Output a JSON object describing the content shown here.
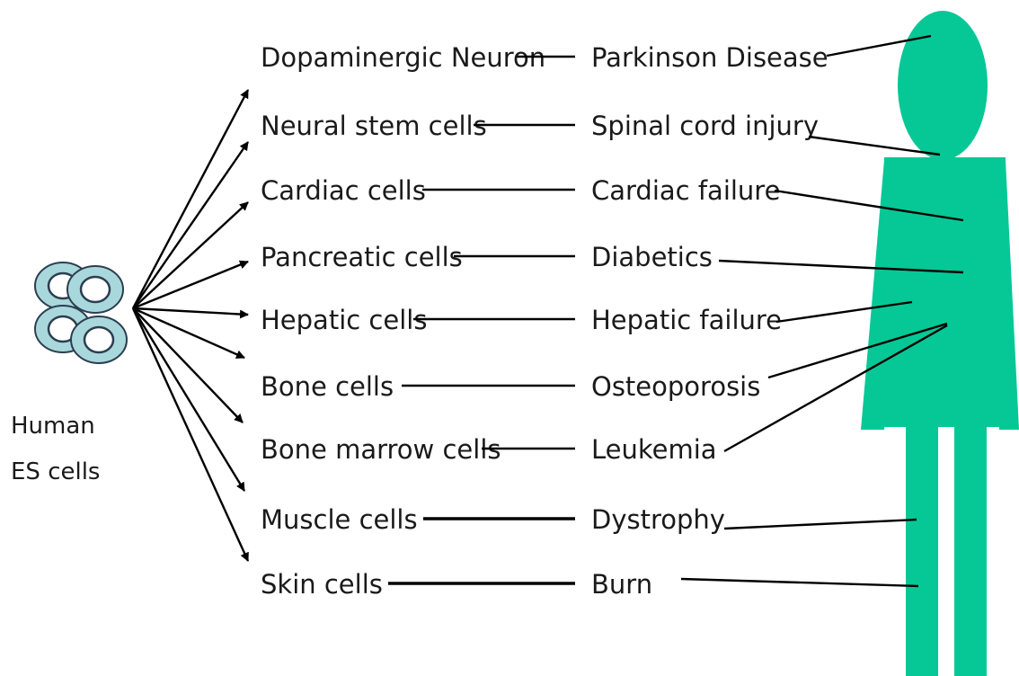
{
  "source": {
    "label_line1": "Human",
    "label_line2": "ES cells"
  },
  "rows": [
    {
      "cell": "Dopaminergic Neuron",
      "disease": "Parkinson Disease"
    },
    {
      "cell": "Neural stem cells",
      "disease": "Spinal cord injury"
    },
    {
      "cell": "Cardiac cells",
      "disease": "Cardiac failure"
    },
    {
      "cell": "Pancreatic cells",
      "disease": "Diabetics"
    },
    {
      "cell": "Hepatic cells",
      "disease": "Hepatic failure"
    },
    {
      "cell": "Bone cells",
      "disease": "Osteoporosis"
    },
    {
      "cell": "Bone marrow cells",
      "disease": "Leukemia"
    },
    {
      "cell": "Muscle cells",
      "disease": "Dystrophy"
    },
    {
      "cell": "Skin cells",
      "disease": "Burn"
    }
  ],
  "colors": {
    "human_figure": "#05c896",
    "cell_fill": "#a9d8dc",
    "cell_stroke": "#2c3e50",
    "line": "#000000"
  },
  "icons": {
    "stem_cells": "cell-cluster-icon",
    "human_body": "human-silhouette-icon"
  }
}
